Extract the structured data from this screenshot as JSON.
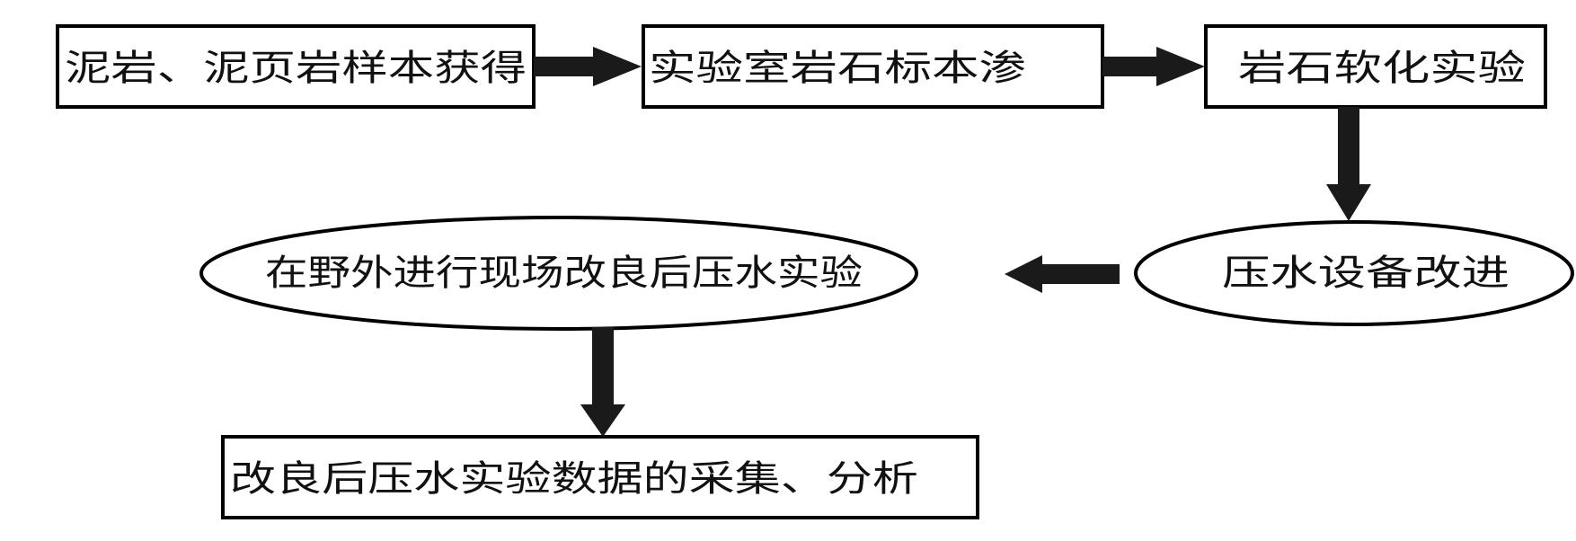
{
  "nodes": {
    "sample": {
      "text": "泥岩、泥页岩样本获得"
    },
    "lab": {
      "text": "实验室岩石标本渗"
    },
    "soften": {
      "text": "岩石软化实验"
    },
    "equipment": {
      "text": "压水设备改进"
    },
    "field": {
      "text": "在野外进行现场改良后压水实验"
    },
    "analysis": {
      "text": "改良后压水实验数据的采集、分析"
    }
  },
  "edges": [
    {
      "from": "sample",
      "to": "lab",
      "direction": "right"
    },
    {
      "from": "lab",
      "to": "soften",
      "direction": "right"
    },
    {
      "from": "soften",
      "to": "equipment",
      "direction": "down"
    },
    {
      "from": "equipment",
      "to": "field",
      "direction": "left"
    },
    {
      "from": "field",
      "to": "analysis",
      "direction": "down"
    }
  ],
  "colors": {
    "line": "#000000",
    "arrow": "#1a1a1a",
    "text": "#111111",
    "background": "#ffffff"
  }
}
